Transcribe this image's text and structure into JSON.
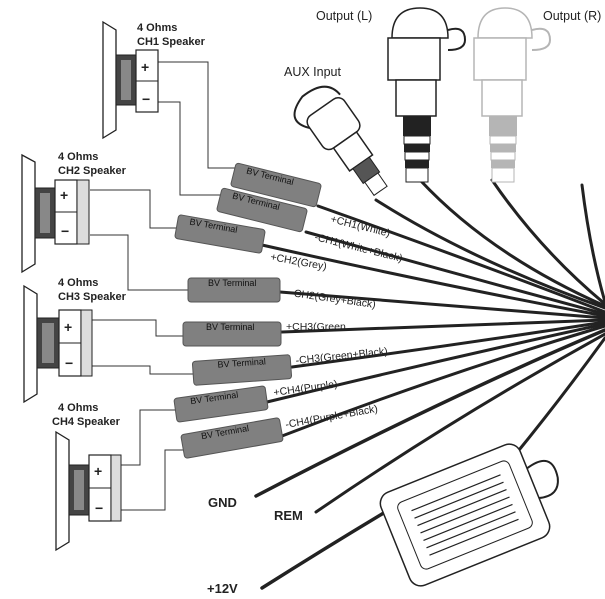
{
  "speakers": [
    {
      "title_line1": "4 Ohms",
      "title_line2": "CH1 Speaker",
      "plus": "+",
      "minus": "−"
    },
    {
      "title_line1": "4 Ohms",
      "title_line2": "CH2 Speaker",
      "plus": "+",
      "minus": "−"
    },
    {
      "title_line1": "4 Ohms",
      "title_line2": "CH3 Speaker",
      "plus": "+",
      "minus": "−"
    },
    {
      "title_line1": "4 Ohms",
      "title_line2": "CH4 Speaker",
      "plus": "+",
      "minus": "−"
    }
  ],
  "terminals": [
    "BV Terminal",
    "BV Terminal",
    "BV Terminal",
    "BV Terminal",
    "BV Terminal",
    "BV Terminal",
    "BV Terminal",
    "BV Terminal"
  ],
  "wires": [
    "+CH1(White)",
    "-CH1(White+Black)",
    "+CH2(Grey)",
    "-CH2(Grey+Black)",
    "+CH3(Green",
    "-CH3(Green+Black)",
    "+CH4(Purple)",
    "-CH4(Purple+Black)"
  ],
  "connectors": {
    "aux": "AUX Input",
    "out_l": "Output (L)",
    "out_r": "Output (R)"
  },
  "power": {
    "gnd": "GND",
    "rem": "REM",
    "v12": "+12V"
  },
  "colors": {
    "line": "#222222",
    "terminal": "#808080",
    "speaker_fill": "#ffffff",
    "connector_gray": "#b5b5b5"
  }
}
